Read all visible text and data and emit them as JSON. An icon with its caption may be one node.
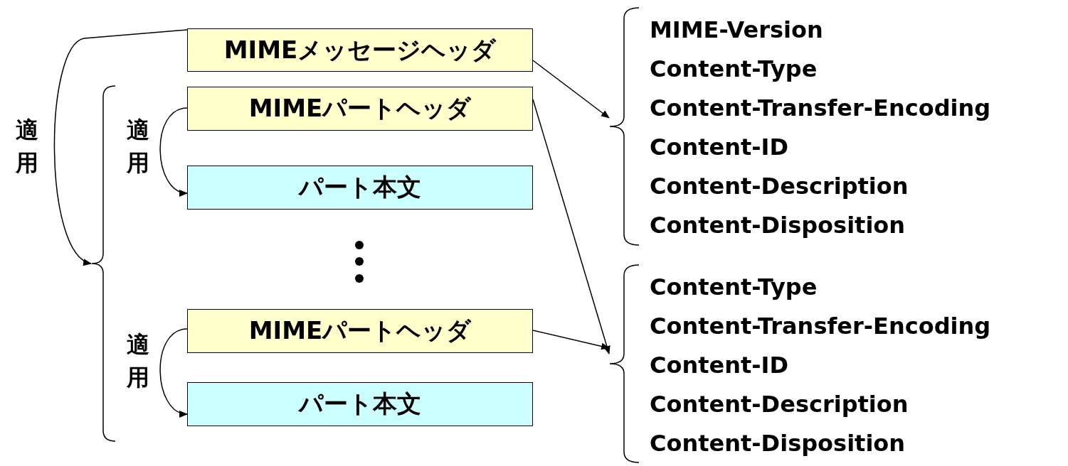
{
  "diagram": {
    "nodes": [
      {
        "text": [
          "MIMEメッセージヘッダ"
        ]
      },
      {
        "text": [
          "MIMEパートヘッダ"
        ]
      },
      {
        "text": [
          "パート本文"
        ]
      },
      {
        "text": [
          "MIMEパートヘッダ"
        ]
      },
      {
        "text": [
          "パート本文"
        ]
      },
      {
        "text": [
          "MIME-Version",
          "Content-Type",
          "Content-Transfer-Encoding",
          "Content-ID",
          "Content-Description",
          "Content-Disposition"
        ]
      },
      {
        "text": [
          "Content-Type",
          "Content-Transfer-Encoding",
          "Content-ID",
          "Content-Description",
          "Content-Disposition"
        ]
      },
      {
        "text": [],
        "shape": "bracket"
      }
    ],
    "edges": [
      {
        "from": 0,
        "to": 7,
        "arrow": "to",
        "label": "適用"
      },
      {
        "from": 1,
        "to": 2,
        "arrow": "to",
        "label": "適用"
      },
      {
        "from": 3,
        "to": 4,
        "arrow": "to",
        "label": "適用"
      },
      {
        "from": 0,
        "to": 5,
        "arrow": "to"
      },
      {
        "from": 1,
        "to": 6,
        "arrow": "to"
      },
      {
        "from": 3,
        "to": 6,
        "arrow": "to"
      }
    ]
  }
}
